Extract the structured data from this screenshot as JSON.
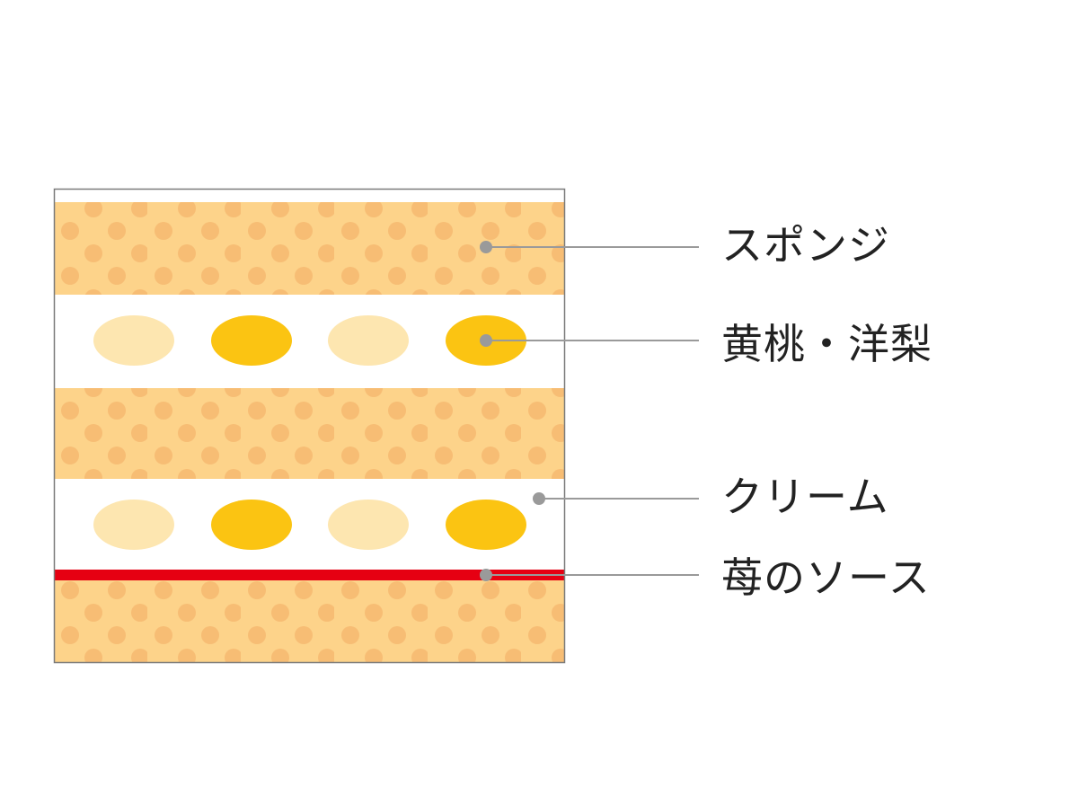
{
  "diagram": {
    "title": "cake cross-section",
    "colors": {
      "sponge": "#fdd38a",
      "sponge_dot": "#f7bd74",
      "cream": "#ffffff",
      "fruit_light": "#fde6b0",
      "fruit_dark": "#fbc412",
      "sauce": "#e60012",
      "leader": "#9a9a9a",
      "frame": "#7a7a7a"
    },
    "labels": [
      {
        "id": "sponge",
        "text": "スポンジ"
      },
      {
        "id": "fruit",
        "text": "黄桃・洋梨"
      },
      {
        "id": "cream",
        "text": "クリーム"
      },
      {
        "id": "sauce",
        "text": "苺のソース"
      }
    ]
  }
}
